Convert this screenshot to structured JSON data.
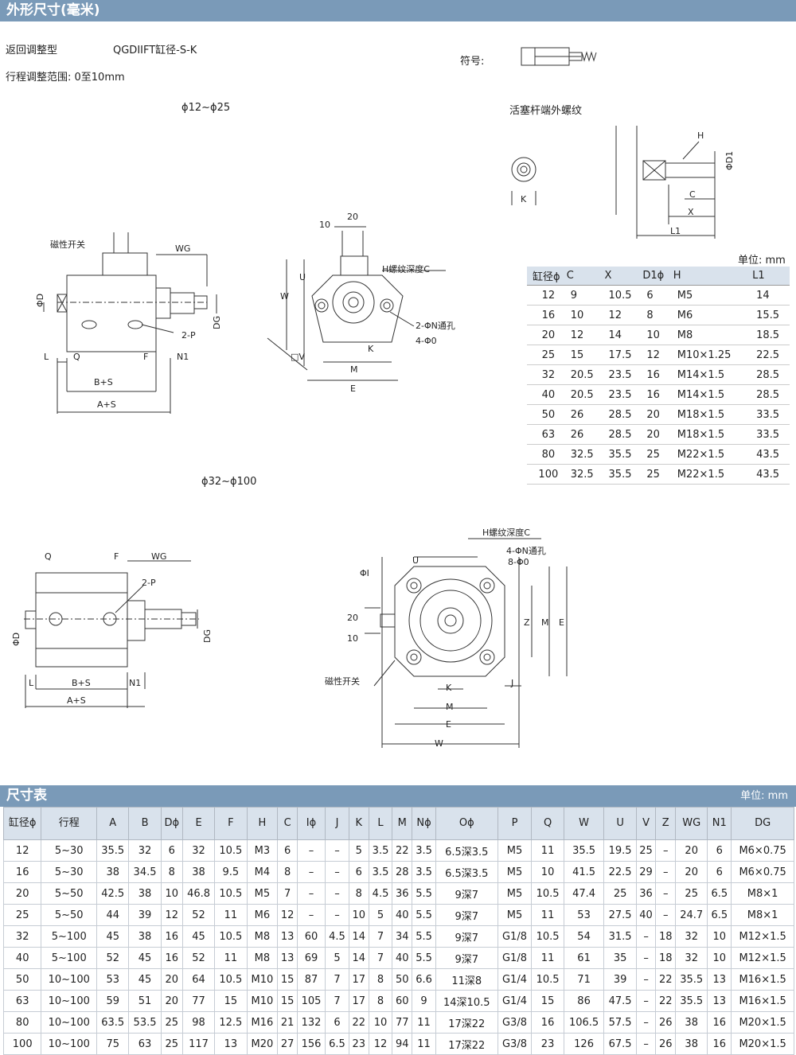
{
  "header": {
    "title": "外形尺寸(毫米)"
  },
  "intro": {
    "type_label": "返回调整型",
    "model": "QGDIIFT缸径-S-K",
    "symbol_label": "符号:",
    "range_label": "行程调整范围: 0至10mm"
  },
  "views": {
    "small_title": "ϕ12~ϕ25",
    "large_title": "ϕ32~ϕ100",
    "thread_title": "活塞杆端外螺纹"
  },
  "drawing_labels": {
    "magnetic_switch": "磁性开关",
    "wg": "WG",
    "dg": "DG",
    "phi_d": "ΦD",
    "p2": "2-P",
    "l": "L",
    "q": "Q",
    "f": "F",
    "n1": "N1",
    "bs": "B+S",
    "as": "A+S",
    "h_thread": "H螺纹深度C",
    "n_hole_small": "2-ΦN通孔",
    "o_small": "4-Φ0",
    "n_hole_large": "4-ΦN通孔",
    "o_large": "8-Φ0",
    "u": "U",
    "w": "W",
    "v": "□V",
    "k": "K",
    "m": "M",
    "e": "E",
    "z": "Z",
    "j": "J",
    "phi_i": "ΦI",
    "dim_20": "20",
    "dim_10": "10",
    "h": "H",
    "phi_d1": "ΦD1",
    "c": "C",
    "x": "X",
    "l1": "L1"
  },
  "rod_table": {
    "unit": "单位: mm",
    "headers": [
      "缸径ϕ",
      "C",
      "X",
      "D1ϕ",
      "H",
      "L1"
    ],
    "rows": [
      [
        "12",
        "9",
        "10.5",
        "6",
        "M5",
        "14"
      ],
      [
        "16",
        "10",
        "12",
        "8",
        "M6",
        "15.5"
      ],
      [
        "20",
        "12",
        "14",
        "10",
        "M8",
        "18.5"
      ],
      [
        "25",
        "15",
        "17.5",
        "12",
        "M10×1.25",
        "22.5"
      ],
      [
        "32",
        "20.5",
        "23.5",
        "16",
        "M14×1.5",
        "28.5"
      ],
      [
        "40",
        "20.5",
        "23.5",
        "16",
        "M14×1.5",
        "28.5"
      ],
      [
        "50",
        "26",
        "28.5",
        "20",
        "M18×1.5",
        "33.5"
      ],
      [
        "63",
        "26",
        "28.5",
        "20",
        "M18×1.5",
        "33.5"
      ],
      [
        "80",
        "32.5",
        "35.5",
        "25",
        "M22×1.5",
        "43.5"
      ],
      [
        "100",
        "32.5",
        "35.5",
        "25",
        "M22×1.5",
        "43.5"
      ]
    ]
  },
  "dim_table": {
    "title": "尺寸表",
    "unit": "单位: mm",
    "headers": [
      "缸径ϕ",
      "行程",
      "A",
      "B",
      "Dϕ",
      "E",
      "F",
      "H",
      "C",
      "Iϕ",
      "J",
      "K",
      "L",
      "M",
      "Nϕ",
      "Oϕ",
      "P",
      "Q",
      "W",
      "U",
      "V",
      "Z",
      "WG",
      "N1",
      "DG"
    ],
    "rows": [
      [
        "12",
        "5~30",
        "35.5",
        "32",
        "6",
        "32",
        "10.5",
        "M3",
        "6",
        "–",
        "–",
        "5",
        "3.5",
        "22",
        "3.5",
        "6.5深3.5",
        "M5",
        "11",
        "35.5",
        "19.5",
        "25",
        "–",
        "20",
        "6",
        "M6×0.75"
      ],
      [
        "16",
        "5~30",
        "38",
        "34.5",
        "8",
        "38",
        "9.5",
        "M4",
        "8",
        "–",
        "–",
        "6",
        "3.5",
        "28",
        "3.5",
        "6.5深3.5",
        "M5",
        "10",
        "41.5",
        "22.5",
        "29",
        "–",
        "20",
        "6",
        "M6×0.75"
      ],
      [
        "20",
        "5~50",
        "42.5",
        "38",
        "10",
        "46.8",
        "10.5",
        "M5",
        "7",
        "–",
        "–",
        "8",
        "4.5",
        "36",
        "5.5",
        "9深7",
        "M5",
        "10.5",
        "47.4",
        "25",
        "36",
        "–",
        "25",
        "6.5",
        "M8×1"
      ],
      [
        "25",
        "5~50",
        "44",
        "39",
        "12",
        "52",
        "11",
        "M6",
        "12",
        "–",
        "–",
        "10",
        "5",
        "40",
        "5.5",
        "9深7",
        "M5",
        "11",
        "53",
        "27.5",
        "40",
        "–",
        "24.7",
        "6.5",
        "M8×1"
      ],
      [
        "32",
        "5~100",
        "45",
        "38",
        "16",
        "45",
        "10.5",
        "M8",
        "13",
        "60",
        "4.5",
        "14",
        "7",
        "34",
        "5.5",
        "9深7",
        "G1/8",
        "10.5",
        "54",
        "31.5",
        "–",
        "18",
        "32",
        "10",
        "M12×1.5"
      ],
      [
        "40",
        "5~100",
        "52",
        "45",
        "16",
        "52",
        "11",
        "M8",
        "13",
        "69",
        "5",
        "14",
        "7",
        "40",
        "5.5",
        "9深7",
        "G1/8",
        "11",
        "61",
        "35",
        "–",
        "18",
        "32",
        "10",
        "M12×1.5"
      ],
      [
        "50",
        "10~100",
        "53",
        "45",
        "20",
        "64",
        "10.5",
        "M10",
        "15",
        "87",
        "7",
        "17",
        "8",
        "50",
        "6.6",
        "11深8",
        "G1/4",
        "10.5",
        "71",
        "39",
        "–",
        "22",
        "35.5",
        "13",
        "M16×1.5"
      ],
      [
        "63",
        "10~100",
        "59",
        "51",
        "20",
        "77",
        "15",
        "M10",
        "15",
        "105",
        "7",
        "17",
        "8",
        "60",
        "9",
        "14深10.5",
        "G1/4",
        "15",
        "86",
        "47.5",
        "–",
        "22",
        "35.5",
        "13",
        "M16×1.5"
      ],
      [
        "80",
        "10~100",
        "63.5",
        "53.5",
        "25",
        "98",
        "12.5",
        "M16",
        "21",
        "132",
        "6",
        "22",
        "10",
        "77",
        "11",
        "17深22",
        "G3/8",
        "16",
        "106.5",
        "57.5",
        "–",
        "26",
        "38",
        "16",
        "M20×1.5"
      ],
      [
        "100",
        "10~100",
        "75",
        "63",
        "25",
        "117",
        "13",
        "M20",
        "27",
        "156",
        "6.5",
        "23",
        "12",
        "94",
        "11",
        "17深22",
        "G3/8",
        "23",
        "126",
        "67.5",
        "–",
        "26",
        "38",
        "16",
        "M20×1.5"
      ]
    ]
  }
}
